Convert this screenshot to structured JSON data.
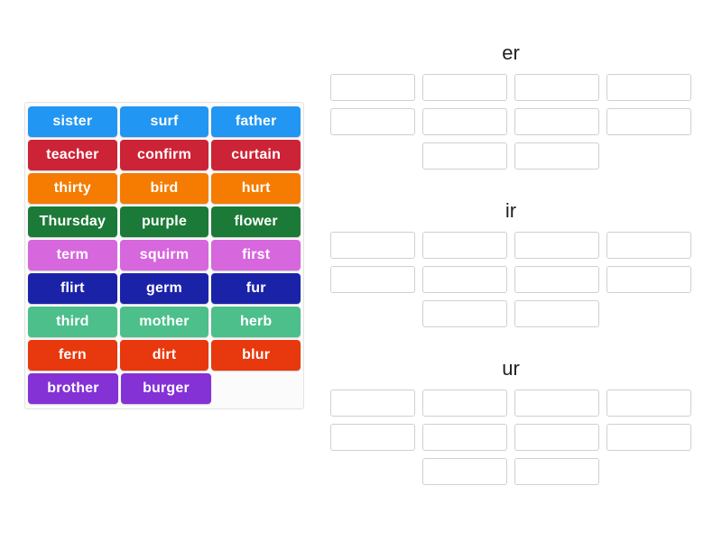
{
  "word_bank": {
    "name": "word-bank",
    "rows": [
      [
        {
          "text": "sister",
          "color": "#2196f3"
        },
        {
          "text": "surf",
          "color": "#2196f3"
        },
        {
          "text": "father",
          "color": "#2196f3"
        }
      ],
      [
        {
          "text": "teacher",
          "color": "#cc2336"
        },
        {
          "text": "confirm",
          "color": "#cc2336"
        },
        {
          "text": "curtain",
          "color": "#cc2336"
        }
      ],
      [
        {
          "text": "thirty",
          "color": "#f57c00"
        },
        {
          "text": "bird",
          "color": "#f57c00"
        },
        {
          "text": "hurt",
          "color": "#f57c00"
        }
      ],
      [
        {
          "text": "Thursday",
          "color": "#1b7a37"
        },
        {
          "text": "purple",
          "color": "#1b7a37"
        },
        {
          "text": "flower",
          "color": "#1b7a37"
        }
      ],
      [
        {
          "text": "term",
          "color": "#d667dd"
        },
        {
          "text": "squirm",
          "color": "#d667dd"
        },
        {
          "text": "first",
          "color": "#d667dd"
        }
      ],
      [
        {
          "text": "flirt",
          "color": "#1a23a8"
        },
        {
          "text": "germ",
          "color": "#1a23a8"
        },
        {
          "text": "fur",
          "color": "#1a23a8"
        }
      ],
      [
        {
          "text": "third",
          "color": "#4cbf8b"
        },
        {
          "text": "mother",
          "color": "#4cbf8b"
        },
        {
          "text": "herb",
          "color": "#4cbf8b"
        }
      ],
      [
        {
          "text": "fern",
          "color": "#e8380d"
        },
        {
          "text": "dirt",
          "color": "#e8380d"
        },
        {
          "text": "blur",
          "color": "#e8380d"
        }
      ],
      [
        {
          "text": "brother",
          "color": "#8431d6"
        },
        {
          "text": "burger",
          "color": "#8431d6"
        }
      ]
    ]
  },
  "groups": [
    {
      "id": "er",
      "title": "er",
      "rows": [
        {
          "centered": false,
          "slots": [
            "",
            "",
            "",
            ""
          ]
        },
        {
          "centered": false,
          "slots": [
            "",
            "",
            "",
            ""
          ]
        },
        {
          "centered": true,
          "slots": [
            "",
            ""
          ]
        }
      ]
    },
    {
      "id": "ir",
      "title": "ir",
      "rows": [
        {
          "centered": false,
          "slots": [
            "",
            "",
            "",
            ""
          ]
        },
        {
          "centered": false,
          "slots": [
            "",
            "",
            "",
            ""
          ]
        },
        {
          "centered": true,
          "slots": [
            "",
            ""
          ]
        }
      ]
    },
    {
      "id": "ur",
      "title": "ur",
      "rows": [
        {
          "centered": false,
          "slots": [
            "",
            "",
            "",
            ""
          ]
        },
        {
          "centered": false,
          "slots": [
            "",
            "",
            "",
            ""
          ]
        },
        {
          "centered": true,
          "slots": [
            "",
            ""
          ]
        }
      ]
    }
  ]
}
